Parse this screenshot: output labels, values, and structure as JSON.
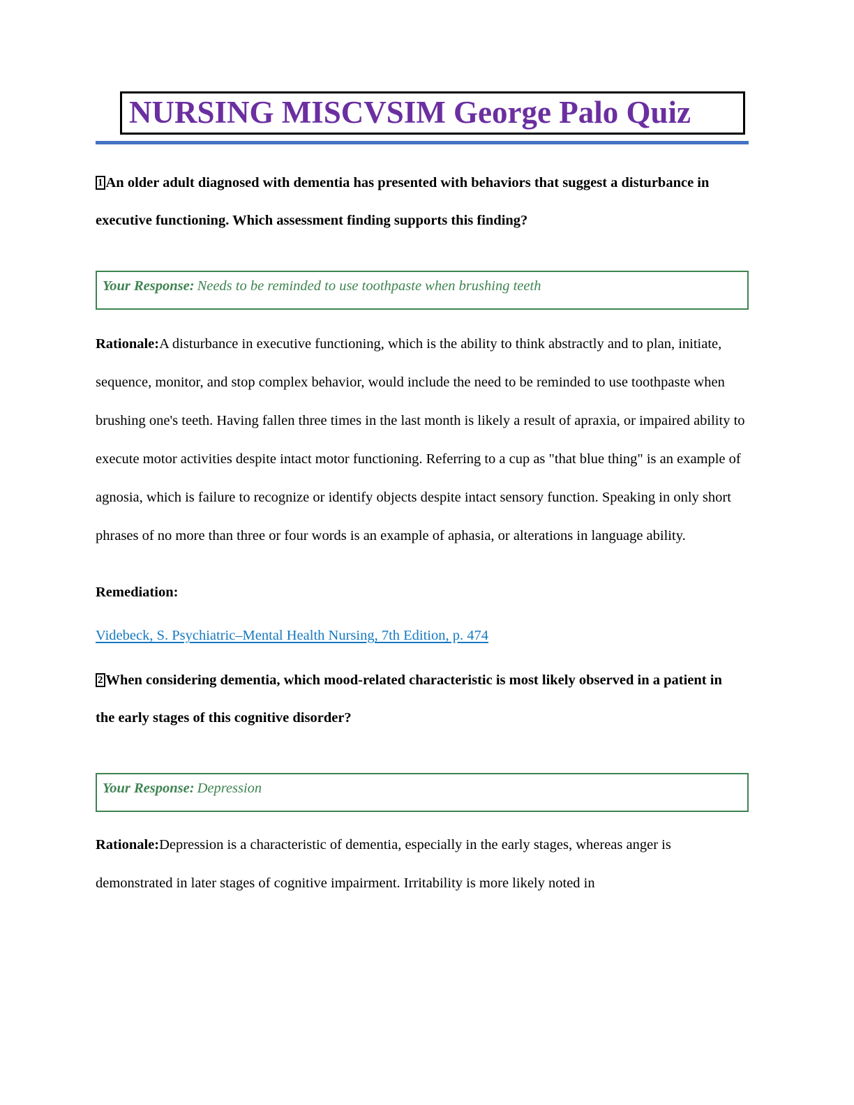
{
  "document": {
    "title": "NURSING MISCVSIM George Palo Quiz",
    "colors": {
      "title_text": "#6B2FA0",
      "title_border": "#000000",
      "header_rule": "#4472C4",
      "response_border": "#3E8451",
      "response_text": "#3E8451",
      "link": "#1679C0",
      "body_text": "#000000",
      "page_background": "#ffffff"
    }
  },
  "items": [
    {
      "number": "1",
      "question": "An older adult diagnosed with dementia has presented with behaviors that suggest a disturbance in executive functioning. Which assessment finding supports this finding?",
      "response_label": "Your Response:",
      "response_value": "Needs to be reminded to use toothpaste when brushing teeth",
      "rationale_label": "Rationale:",
      "rationale_text": "A disturbance in executive functioning, which is the ability to think abstractly and to plan, initiate, sequence, monitor, and stop complex behavior, would include the need to be reminded to use toothpaste when brushing one's teeth. Having fallen three times in the last month is likely a result of apraxia, or impaired ability to execute motor activities despite intact motor functioning. Referring to a cup as \"that blue thing\" is an example of agnosia, which is failure to recognize or identify objects despite intact sensory function. Speaking in only short phrases of no more than three or four words is an example of aphasia, or alterations in language ability.",
      "remediation_label": "Remediation:",
      "remediation_link": "Videbeck, S. Psychiatric–Mental Health Nursing, 7th Edition, p. 474"
    },
    {
      "number": "2",
      "question": "When considering dementia, which mood-related characteristic is most likely observed in a patient in the early stages of this cognitive disorder?",
      "response_label": "Your Response:",
      "response_value": "Depression",
      "rationale_label": "Rationale:",
      "rationale_text": "Depression is a characteristic of dementia, especially in the early stages, whereas anger is demonstrated in later stages of cognitive impairment. Irritability is more likely noted in"
    }
  ]
}
